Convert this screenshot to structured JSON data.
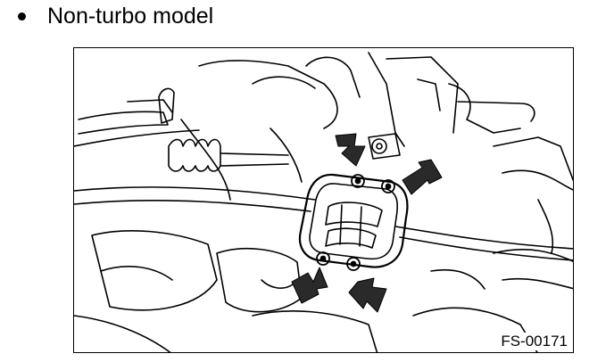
{
  "heading": {
    "bullet_icon": "bullet-dot-icon",
    "text": "Non-turbo model"
  },
  "figure": {
    "id_label": "FS-00171",
    "subject": "engine mount bracket with four bolts, each indicated by an arrow",
    "line_color": "#000000",
    "arrow_color": "#2a2a2a"
  }
}
